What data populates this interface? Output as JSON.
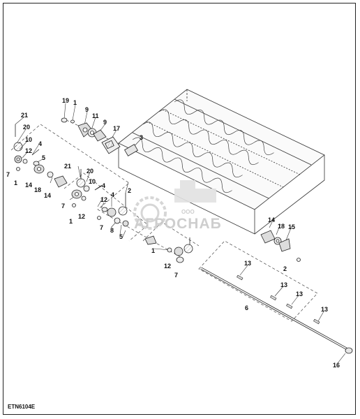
{
  "figure_code": "ETN6104E",
  "watermark": {
    "small": "ООО",
    "large": "АГРОСНАБ"
  },
  "callouts": [
    {
      "id": "c19a",
      "text": "19"
    },
    {
      "id": "c1a",
      "text": "1"
    },
    {
      "id": "c9a",
      "text": "9"
    },
    {
      "id": "c11",
      "text": "11"
    },
    {
      "id": "c9b",
      "text": "9"
    },
    {
      "id": "c17",
      "text": "17"
    },
    {
      "id": "c3",
      "text": "3"
    },
    {
      "id": "c21a",
      "text": "21"
    },
    {
      "id": "c20a",
      "text": "20"
    },
    {
      "id": "c10a",
      "text": "10"
    },
    {
      "id": "c4a",
      "text": "4"
    },
    {
      "id": "c12a",
      "text": "12"
    },
    {
      "id": "c5a",
      "text": "5"
    },
    {
      "id": "c7a",
      "text": "7"
    },
    {
      "id": "c1b",
      "text": "1"
    },
    {
      "id": "c21b",
      "text": "21"
    },
    {
      "id": "c20b",
      "text": "20"
    },
    {
      "id": "c14a",
      "text": "14"
    },
    {
      "id": "c18a",
      "text": "18"
    },
    {
      "id": "c14b",
      "text": "14"
    },
    {
      "id": "c10b",
      "text": "10"
    },
    {
      "id": "c4b",
      "text": "4"
    },
    {
      "id": "c2a",
      "text": "2"
    },
    {
      "id": "c7b",
      "text": "7"
    },
    {
      "id": "c12b",
      "text": "12"
    },
    {
      "id": "c4c",
      "text": "4"
    },
    {
      "id": "c1c",
      "text": "1"
    },
    {
      "id": "c12c",
      "text": "12"
    },
    {
      "id": "c7c",
      "text": "7"
    },
    {
      "id": "c8",
      "text": "8"
    },
    {
      "id": "c5b",
      "text": "5"
    },
    {
      "id": "c1d",
      "text": "1"
    },
    {
      "id": "c12d",
      "text": "12"
    },
    {
      "id": "c7d",
      "text": "7"
    },
    {
      "id": "c14c",
      "text": "14"
    },
    {
      "id": "c18b",
      "text": "18"
    },
    {
      "id": "c15",
      "text": "15"
    },
    {
      "id": "c2b",
      "text": "2"
    },
    {
      "id": "c13a",
      "text": "13"
    },
    {
      "id": "c13b",
      "text": "13"
    },
    {
      "id": "c13c",
      "text": "13"
    },
    {
      "id": "c6",
      "text": "6"
    },
    {
      "id": "c13d",
      "text": "13"
    },
    {
      "id": "c16",
      "text": "16"
    }
  ]
}
